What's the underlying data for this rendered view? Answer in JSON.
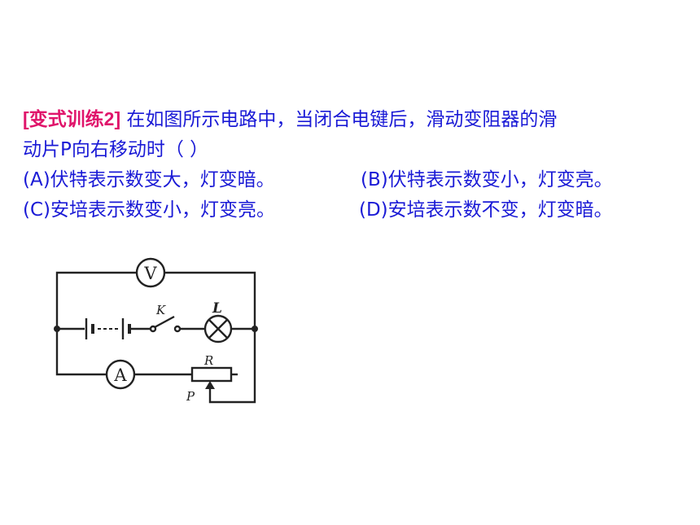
{
  "question": {
    "tag": "[变式训练2]",
    "stem_line1": " 在如图所示电路中，当闭合电键后，滑动变阻器的滑",
    "stem_line2": "动片P向右移动时（        ）",
    "options": {
      "a": "(A)伏特表示数变大，灯变暗。",
      "b": "(B)伏特表示数变小，灯变亮。",
      "c": "(C)安培表示数变小，灯变亮。",
      "d": "(D)安培表示数不变，灯变暗。"
    }
  },
  "circuit": {
    "voltmeter_label": "V",
    "ammeter_label": "A",
    "switch_label": "K",
    "lamp_label": "L",
    "resistor_label": "R",
    "slider_label": "P"
  }
}
